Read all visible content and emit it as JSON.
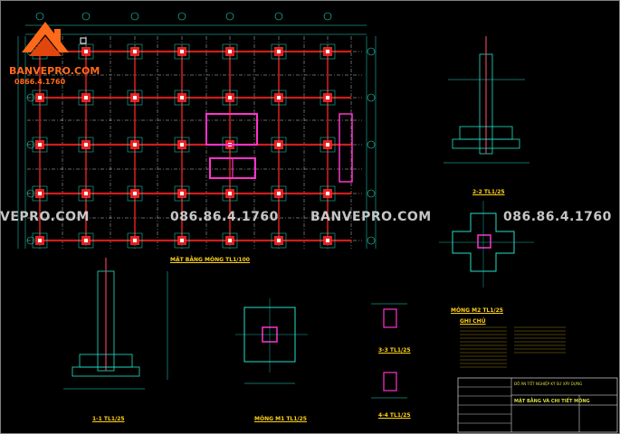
{
  "brand": {
    "name": "BANVEPRO.COM",
    "phone": "0866.4.1760"
  },
  "watermarks": [
    {
      "id": "wm1",
      "text": "VEPRO.COM"
    },
    {
      "id": "wm2",
      "text": "086.86.4.1760"
    },
    {
      "id": "wm3",
      "text": "BANVEPRO.COM"
    },
    {
      "id": "wm4",
      "text": "086.86.4.1760"
    }
  ],
  "titles": {
    "plan": "MẶT BẰNG MÓNG TL1/100",
    "sec22": "2-2 TL1/25",
    "m2": "MÓNG M2 TL1/25",
    "sec11": "1-1 TL1/25",
    "m1": "MÓNG M1 TL1/25",
    "sec33": "3-3 TL1/25",
    "sec44": "4-4 TL1/25",
    "notes": "GHI CHÚ"
  },
  "titleblock": {
    "project": "ĐỒ ÁN TỐT NGHIỆP KỸ SƯ XÂY DỰNG",
    "sheet": "MẶT BẰNG VÀ CHI TIẾT MÓNG"
  },
  "colors": {
    "background": "#000000",
    "grid": "#ffffff",
    "column": "#ff2a2a",
    "beam": "#d01c1c",
    "dimension": "#22e0c8",
    "highlight": "#ff33cc",
    "text": "#ffd21a",
    "rebar": "#e04060",
    "accent": "#ff6a1a"
  }
}
